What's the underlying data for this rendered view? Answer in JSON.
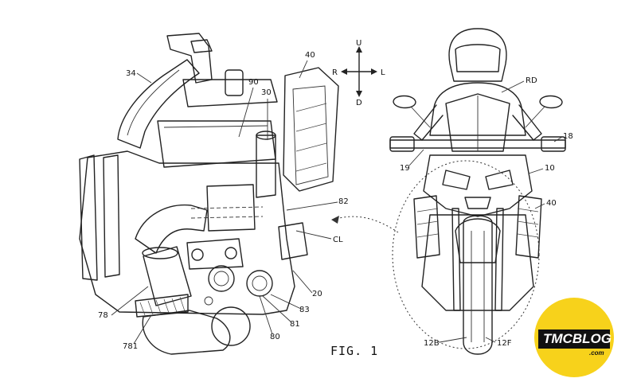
{
  "figure": {
    "caption": "FIG. 1"
  },
  "compass": {
    "up": "U",
    "down": "D",
    "right": "R",
    "left": "L"
  },
  "engine_labels": {
    "l34": "34",
    "l90": "90",
    "l30": "30",
    "l40": "40",
    "l82": "82",
    "cl": "CL",
    "l20": "20",
    "l83": "83",
    "l81": "81",
    "l80": "80",
    "l78": "78",
    "l781": "781"
  },
  "bike_labels": {
    "rd": "RD",
    "l18": "18",
    "l19": "19",
    "l10": "10",
    "l40": "40",
    "l12b": "12B",
    "l12f": "12F"
  },
  "watermark": {
    "text": "TMCBLOG",
    "sub": ".com",
    "color": "#f7d21b"
  }
}
